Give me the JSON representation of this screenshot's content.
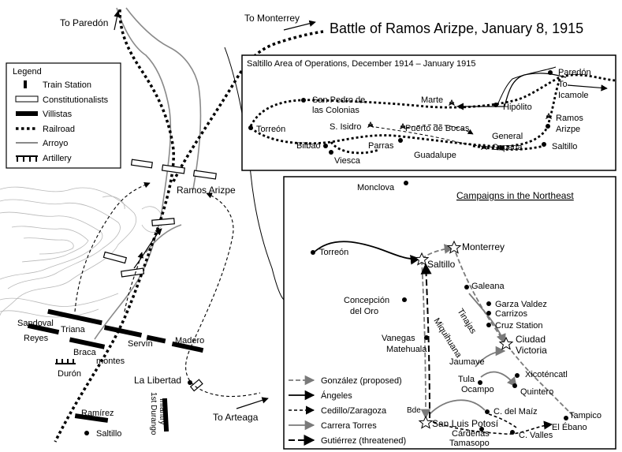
{
  "title": "Battle of Ramos Arizpe, January 8, 1915",
  "directions": {
    "paredon": "To Paredón",
    "monterrey": "To Monterrey",
    "arteaga": "To Arteaga"
  },
  "legend": {
    "title": "Legend",
    "items": [
      {
        "symbol": "train-station",
        "label": "Train Station"
      },
      {
        "symbol": "constitutionalists",
        "label": "Constitutionalists"
      },
      {
        "symbol": "villistas",
        "label": "Villistas"
      },
      {
        "symbol": "railroad",
        "label": "Railroad"
      },
      {
        "symbol": "arroyo",
        "label": "Arroyo"
      },
      {
        "symbol": "artillery",
        "label": "Artillery"
      }
    ]
  },
  "battle_labels": {
    "ramos_arizpe": "Ramos Arizpe",
    "sandoval": "Sandoval",
    "triana": "Triana",
    "reyes": "Reyes",
    "bracamontes_line1": "Braca",
    "bracamontes_line2": "montes",
    "servin": "Servín",
    "madero": "Madero",
    "duron": "Durón",
    "la_libertad": "La Libertad",
    "ramirez": "Ramírez",
    "saltillo": "Saltillo",
    "durango_line1": "1st Durango",
    "durango_line2": "Infantry"
  },
  "inset_saltillo": {
    "title": "Saltillo Area of Operations, December 1914 – January 1915",
    "places": {
      "paredon": "Paredón",
      "to": "To",
      "icamole": "Icamole",
      "san_pedro_1": "San Pedro de",
      "san_pedro_2": "las Colonias",
      "marte": "Marte",
      "hipolito": "Hipólito",
      "torreon": "Torreón",
      "s_isidro": "S. Isidro",
      "puerto_de_bocas": "Puerto de Bocas",
      "ramos": "Ramos",
      "arizpe": "Arizpe",
      "general": "General",
      "bilbao": "Bilbao",
      "parras": "Parras",
      "cepeda": "Cepeda",
      "saltillo": "Saltillo",
      "viesca": "Viesca",
      "guadalupe": "Guadalupe"
    }
  },
  "inset_campaigns": {
    "title": "Campaigns in the Northeast",
    "places": {
      "monclova": "Monclova",
      "monterrey": "Monterrey",
      "torreon": "Torreón",
      "saltillo": "Saltillo",
      "galeana": "Galeana",
      "concepcion_1": "Concepción",
      "concepcion_2": "del Oro",
      "garza_valdez": "Garza Valdez",
      "carrizos": "Carrizos",
      "tinajas": "Tinajas",
      "cruz_station": "Cruz Station",
      "miquihuana": "Miquihuana",
      "vanegas": "Vanegas",
      "matehuala": "Matehuala",
      "ciudad": "Ciudad",
      "victoria": "Victoria",
      "jaumave": "Jaumave",
      "xicotencatl": "Xicoténcatl",
      "tula": "Tula",
      "ocampo": "Ocampo",
      "quintero": "Quintero",
      "san_luis_potosi": "San Luis Potosí",
      "c_del_maiz": "C. del Maíz",
      "tampico": "Tampico",
      "el_ebano": "El Ébano",
      "cardenas": "Cárdenas",
      "c_valles": "C. Valles",
      "tamasopo": "Tamasopo"
    },
    "legend": [
      {
        "style": "gray-dash",
        "label": "González (proposed)"
      },
      {
        "style": "black-solid",
        "label": "Ángeles"
      },
      {
        "style": "black-dash",
        "label": "Cedillo/Zaragoza"
      },
      {
        "style": "gray-solid",
        "label": "Carrera Torres"
      },
      {
        "style": "black-bigdash",
        "label": "Gutiérrez (threatened)"
      }
    ],
    "legend_suffix": "Bde"
  },
  "colors": {
    "ink": "#000000",
    "arroyo": "#8a8a8a",
    "gonzalez": "#8a8a8a",
    "carrera": "#7a7a7a",
    "terrain": "#b8b8b8"
  }
}
